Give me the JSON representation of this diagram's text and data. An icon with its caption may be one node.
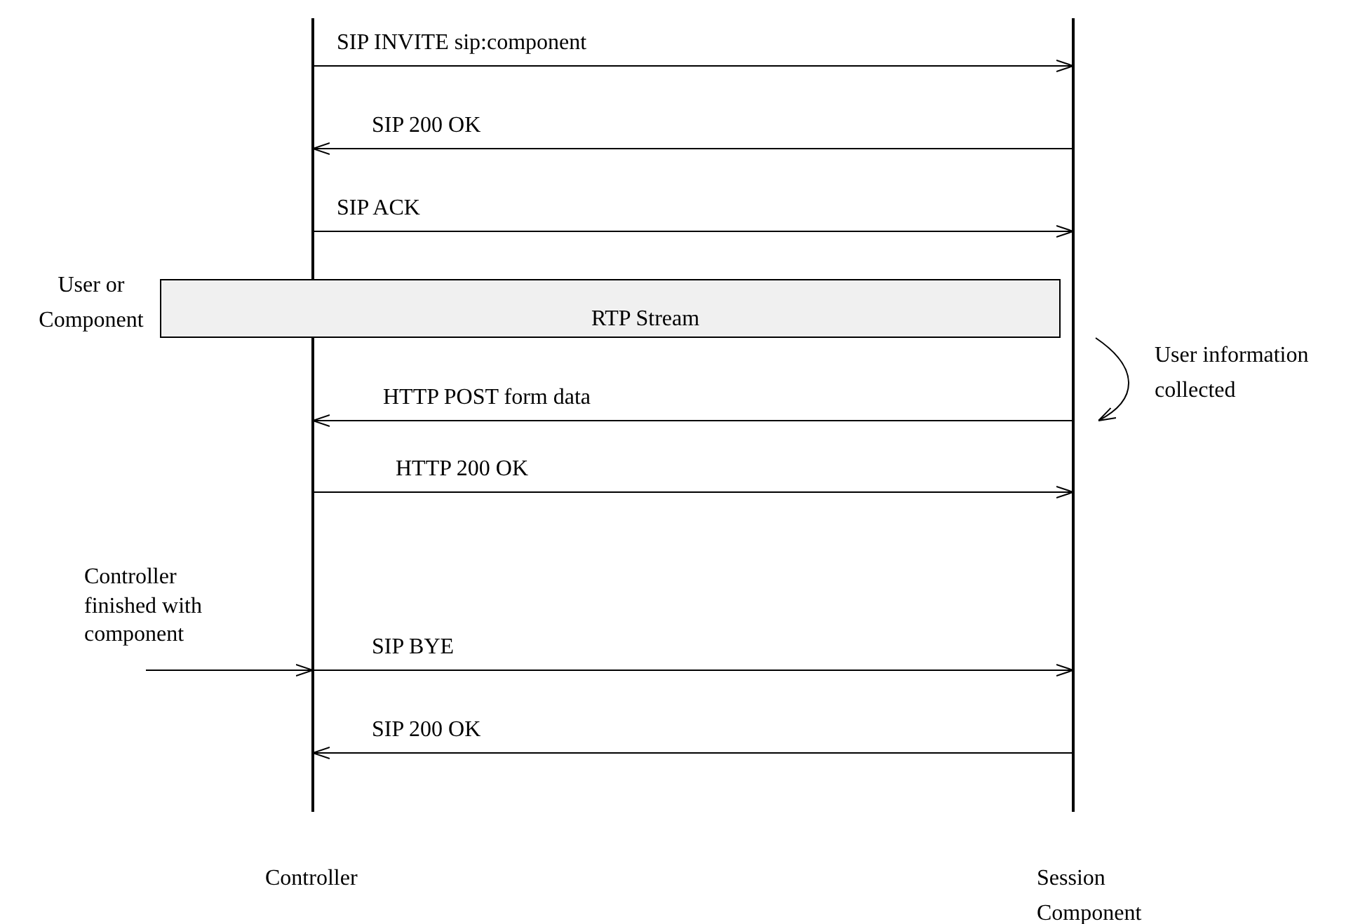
{
  "diagram": {
    "nodes": [
      {
        "text": [],
        "shape": "bar",
        "beside": [
          "Controller"
        ]
      },
      {
        "text": [],
        "shape": "bar",
        "beside": [
          "Session Component"
        ]
      },
      {
        "text": [
          "RTP Stream"
        ]
      },
      {
        "text": [
          "Controller finished with component"
        ]
      }
    ],
    "edges": [
      {
        "from": 0,
        "to": 1,
        "arrow": "to",
        "label": "SIP INVITE sip:component"
      },
      {
        "from": 1,
        "to": 0,
        "arrow": "to",
        "label": "SIP 200 OK"
      },
      {
        "from": 0,
        "to": 1,
        "arrow": "to",
        "label": "SIP ACK"
      },
      {
        "from": 1,
        "to": 0,
        "arrow": "to",
        "label": "HTTP POST form data"
      },
      {
        "from": 0,
        "to": 1,
        "arrow": "to",
        "label": "HTTP 200 OK"
      },
      {
        "from": 3,
        "to": 0,
        "arrow": "to"
      },
      {
        "from": 0,
        "to": 1,
        "arrow": "to",
        "label": "SIP BYE"
      },
      {
        "from": 1,
        "to": 0,
        "arrow": "to",
        "label": "SIP 200 OK"
      }
    ],
    "labels": [
      "User or Component",
      "User information collected"
    ]
  }
}
